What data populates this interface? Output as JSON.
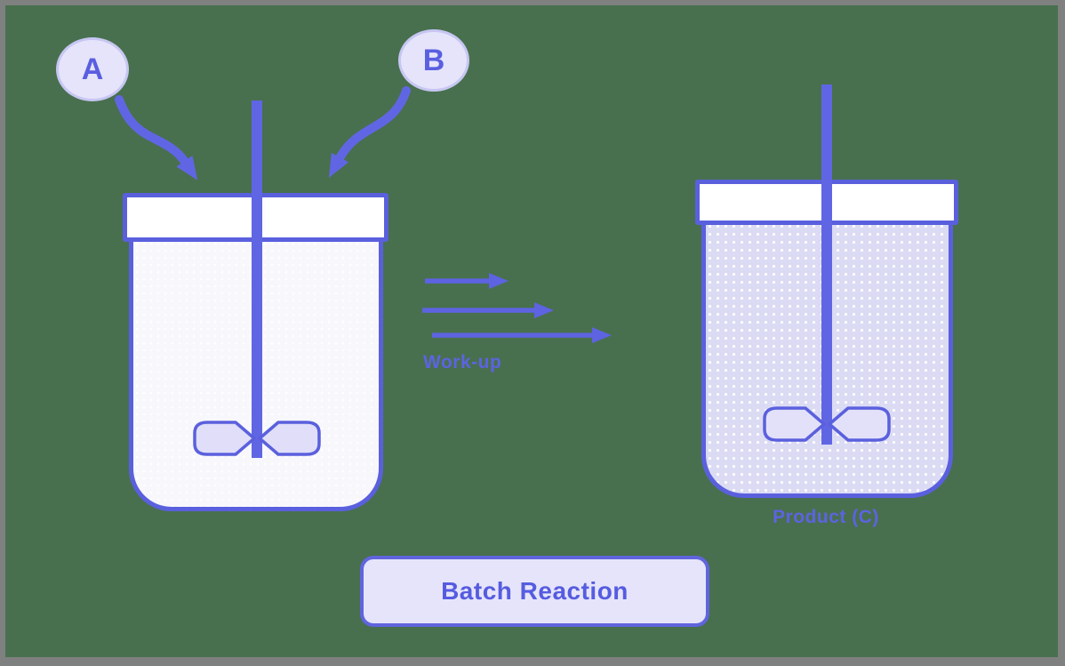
{
  "frame": {
    "border_color": "#7f8080",
    "background_color": "#48704e"
  },
  "palette": {
    "accent_purple": "#6066e3",
    "outline_purple": "#5a60dd",
    "text_purple": "#555ce0",
    "bubble_fill": "#e5e4fb",
    "bubble_border": "#c7c6f2",
    "lid_fill": "#ffffff",
    "left_vessel_fill": "#f7f7fc",
    "right_vessel_fill": "#dcdbf4",
    "blade_fill_left": "#e0def8",
    "blade_fill_right": "#e3e1fa",
    "badge_fill": "#e6e4fa"
  },
  "icons": {
    "feed_arrow_a": "curved-arrow-down-right",
    "feed_arrow_b": "curved-arrow-down-left",
    "reaction_arrows": "three-right-arrows",
    "stirrer": "anchor-impeller"
  },
  "bubbles": {
    "a": {
      "label": "A"
    },
    "b": {
      "label": "B"
    }
  },
  "process": {
    "workup_label": "Work-up"
  },
  "product": {
    "label": "Product (C)"
  },
  "title": {
    "label": "Batch Reaction"
  }
}
